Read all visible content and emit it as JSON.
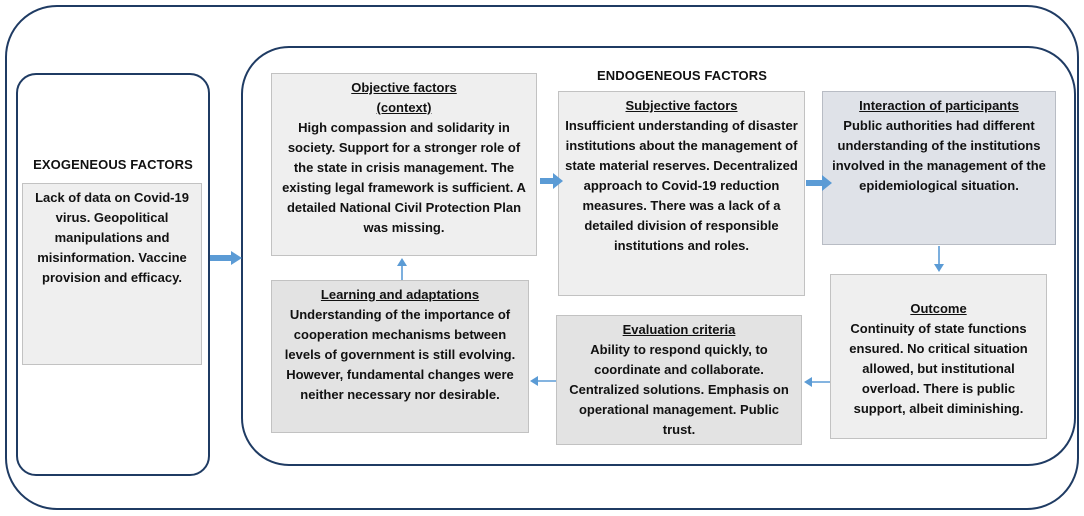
{
  "exogenous": {
    "heading": "EXOGENEOUS FACTORS",
    "body": "Lack of data on Covid-19 virus. Geopolitical manipulations and misinformation. Vaccine provision and efficacy."
  },
  "endogenous": {
    "heading": "ENDOGENEOUS FACTORS"
  },
  "objective": {
    "title_line1": "Objective factors",
    "title_line2": "(context)",
    "body": "High compassion and solidarity in society. Support for a stronger role of the state in crisis management. The existing legal framework is sufficient. A detailed National Civil Protection Plan was missing."
  },
  "subjective": {
    "title": "Subjective factors",
    "body": "Insufficient understanding of disaster institutions about the management of state material reserves. Decentralized approach to Covid-19 reduction measures. There was a lack of a detailed division of responsible institutions and roles."
  },
  "interaction": {
    "title": "Interaction of participants",
    "body": "Public authorities had different understanding of the institutions involved in the management of the epidemiological situation."
  },
  "outcome": {
    "title": "Outcome",
    "body": "Continuity of state functions ensured. No critical situation allowed, but institutional overload. There is public support, albeit diminishing."
  },
  "evaluation": {
    "title": "Evaluation criteria",
    "body": "Ability to respond quickly, to coordinate and collaborate. Centralized solutions. Emphasis on operational management. Public trust."
  },
  "learning": {
    "title": "Learning and adaptations",
    "body": "Understanding of the importance of cooperation mechanisms between levels of government is still evolving. However, fundamental changes were neither necessary nor desirable."
  },
  "colors": {
    "border": "#1f3b63",
    "arrow": "#5b9bd5"
  }
}
